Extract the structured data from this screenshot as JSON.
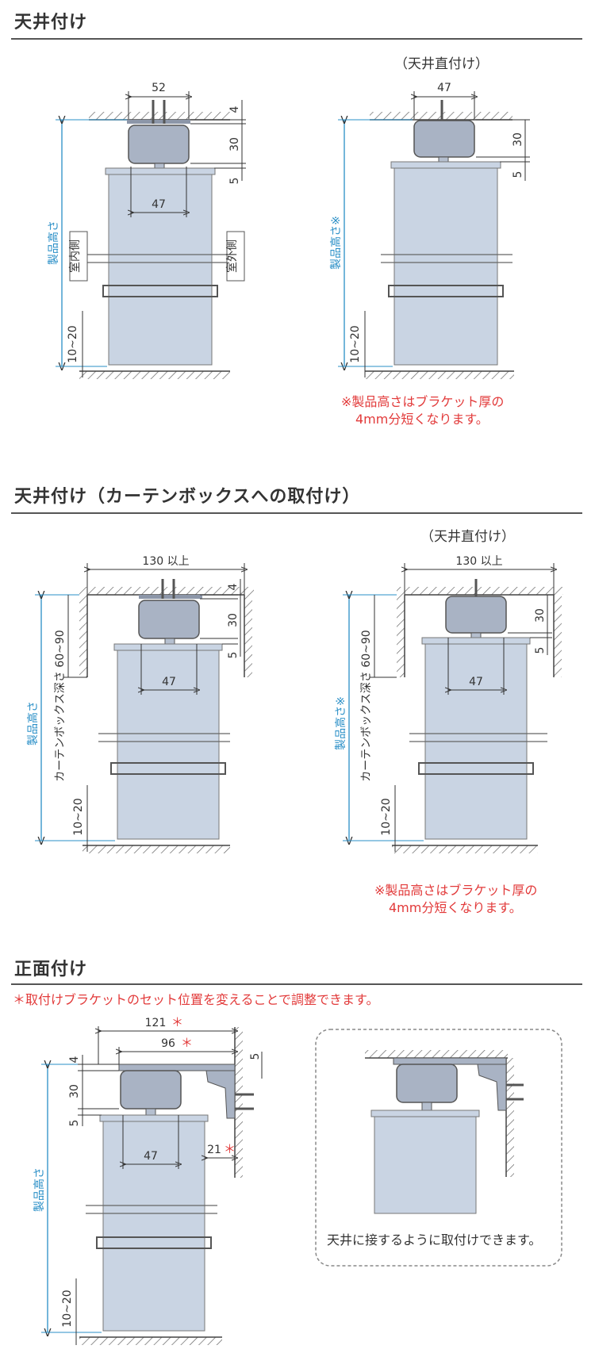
{
  "sections": {
    "ceiling": {
      "title": "天井付け",
      "direct_label": "（天井直付け）",
      "note_line1": "※製品高さはブラケット厚の",
      "note_line2": "4mm分短くなります。"
    },
    "ceiling_box": {
      "title": "天井付け（カーテンボックスへの取付け）",
      "direct_label": "（天井直付け）",
      "note_line1": "※製品高さはブラケット厚の",
      "note_line2": "4mm分短くなります。"
    },
    "front": {
      "title": "正面付け",
      "note": "＊取付けブラケットのセット位置を変えることで調整できます。",
      "callout": "天井に接するように取付けできます。"
    }
  },
  "labels": {
    "product_height": "製品高さ",
    "product_height_note": "製品高さ※",
    "indoor": "室内側",
    "outdoor": "室外側",
    "box_depth": "カーテンボックス深さ 60~90",
    "gap": "10~20",
    "w52": "52",
    "w47": "47",
    "h4": "4",
    "h30": "30",
    "h5": "5",
    "w130": "130 以上",
    "w121": "121",
    "w96": "96",
    "w21": "21",
    "asterisk": "＊"
  },
  "colors": {
    "accent_blue": "#2a8fc7",
    "note_red": "#e23a3a",
    "blind": "#c9d4e3",
    "bracket": "#a9b3c4"
  }
}
